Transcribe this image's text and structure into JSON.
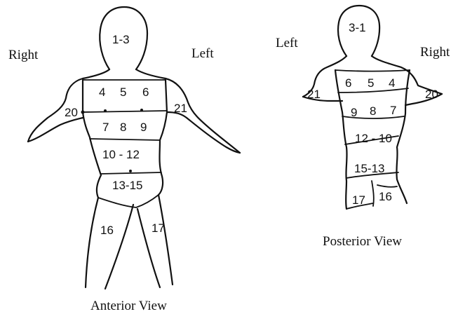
{
  "anterior": {
    "caption": "Anterior View",
    "side_right": "Right",
    "side_left": "Left",
    "zones": {
      "head": "1-3",
      "z4": "4",
      "z5": "5",
      "z6": "6",
      "z7": "7",
      "z8": "8",
      "z9": "9",
      "z10_12": "10 - 12",
      "z13_15": "13-15",
      "z16": "16",
      "z17": "17",
      "z20": "20",
      "z21": "21"
    }
  },
  "posterior": {
    "caption": "Posterior View",
    "side_left": "Left",
    "side_right": "Right",
    "zones": {
      "head": "3-1",
      "z6": "6",
      "z5": "5",
      "z4": "4",
      "z9": "9",
      "z8": "8",
      "z7": "7",
      "z12_10": "12 - 10",
      "z15_13": "15-13",
      "z17": "17",
      "z16": "16",
      "z21": "21",
      "z20": "20"
    }
  }
}
